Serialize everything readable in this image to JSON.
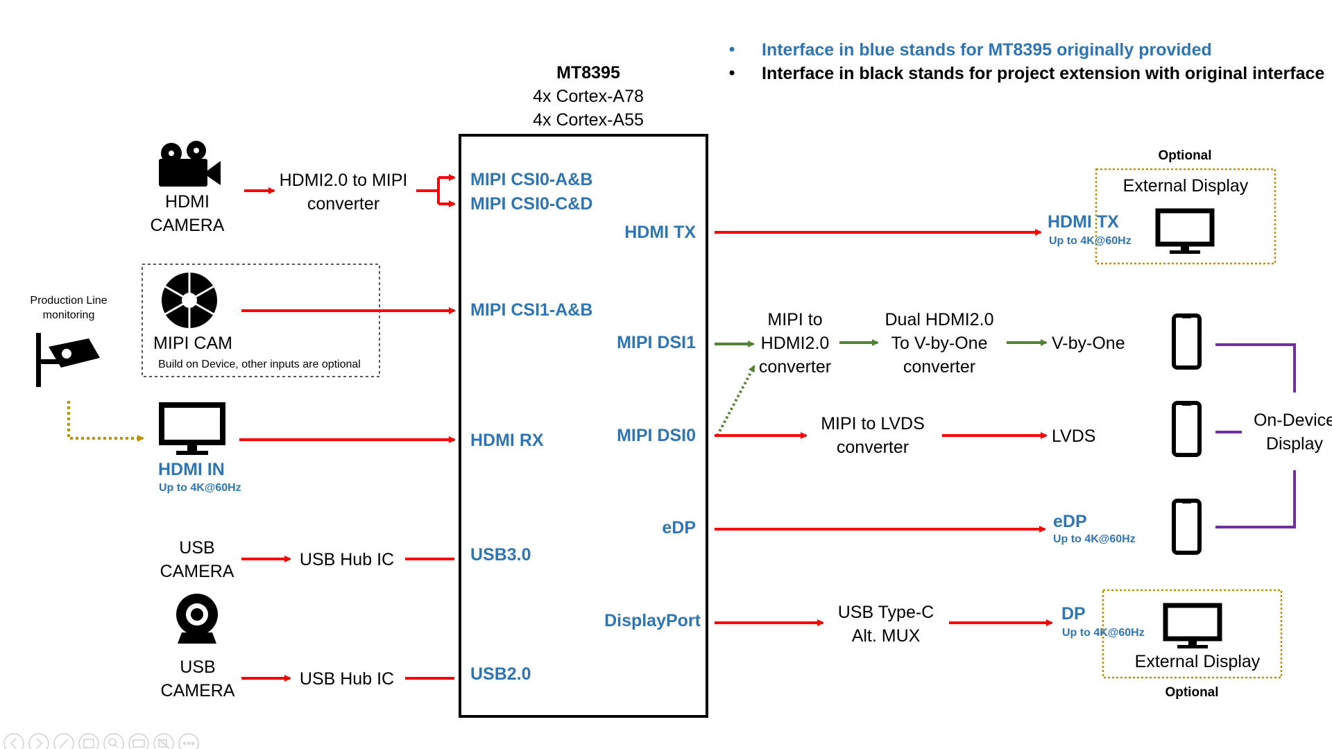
{
  "legend": {
    "blue": "Interface in blue stands for MT8395 originally provided",
    "black": "Interface in black stands for project extension with original interface"
  },
  "soc": {
    "name": "MT8395",
    "cores_1": "4x Cortex-A78",
    "cores_2": "4x Cortex-A55",
    "ports": {
      "csi0_ab": "MIPI CSI0-A&B",
      "csi0_cd": "MIPI CSI0-C&D",
      "hdmi_tx": "HDMI TX",
      "csi1_ab": "MIPI CSI1-A&B",
      "dsi1": "MIPI DSI1",
      "hdmi_rx": "HDMI RX",
      "dsi0": "MIPI DSI0",
      "edp": "eDP",
      "usb3": "USB3.0",
      "displayport": "DisplayPort",
      "usb2": "USB2.0"
    }
  },
  "inputs": {
    "hdmi_camera": [
      "HDMI",
      "CAMERA"
    ],
    "hdmi_converter": [
      "HDMI2.0 to MIPI",
      "converter"
    ],
    "mipi_cam": "MIPI CAM",
    "mipi_cam_note": "Build on Device, other inputs are optional",
    "production_line": [
      "Production Line",
      "monitoring"
    ],
    "hdmi_in": "HDMI IN",
    "hdmi_in_res": "Up to 4K@60Hz",
    "usb_camera_1": [
      "USB",
      "CAMERA"
    ],
    "usb_hub_1": "USB Hub IC",
    "usb_camera_2": [
      "USB",
      "CAMERA"
    ],
    "usb_hub_2": "USB Hub IC"
  },
  "outputs": {
    "optional_top": "Optional",
    "external_display_top": "External Display",
    "hdmi_tx": "HDMI TX",
    "hdmi_tx_res": "Up to 4K@60Hz",
    "mipi_to_hdmi": [
      "MIPI to",
      "HDMI2.0",
      "converter"
    ],
    "dual_hdmi": [
      "Dual HDMI2.0",
      "To V-by-One",
      "converter"
    ],
    "vbyone": "V-by-One",
    "mipi_to_lvds": [
      "MIPI to LVDS",
      "converter"
    ],
    "lvds": "LVDS",
    "edp": "eDP",
    "edp_res": "Up to 4K@60Hz",
    "on_device_display": [
      "On-Device",
      "Display"
    ],
    "typec_mux": [
      "USB Type-C",
      "Alt. MUX"
    ],
    "dp": "DP",
    "dp_res": "Up to 4K@60Hz",
    "external_display_bottom": "External Display",
    "optional_bottom": "Optional"
  },
  "colors": {
    "interface_blue": "#2E75B6",
    "arrow_red": "#FF0000",
    "arrow_green": "#548235",
    "arrow_gold": "#BF9000",
    "bracket_purple": "#7030A0",
    "optional_box": "#BF9000"
  }
}
